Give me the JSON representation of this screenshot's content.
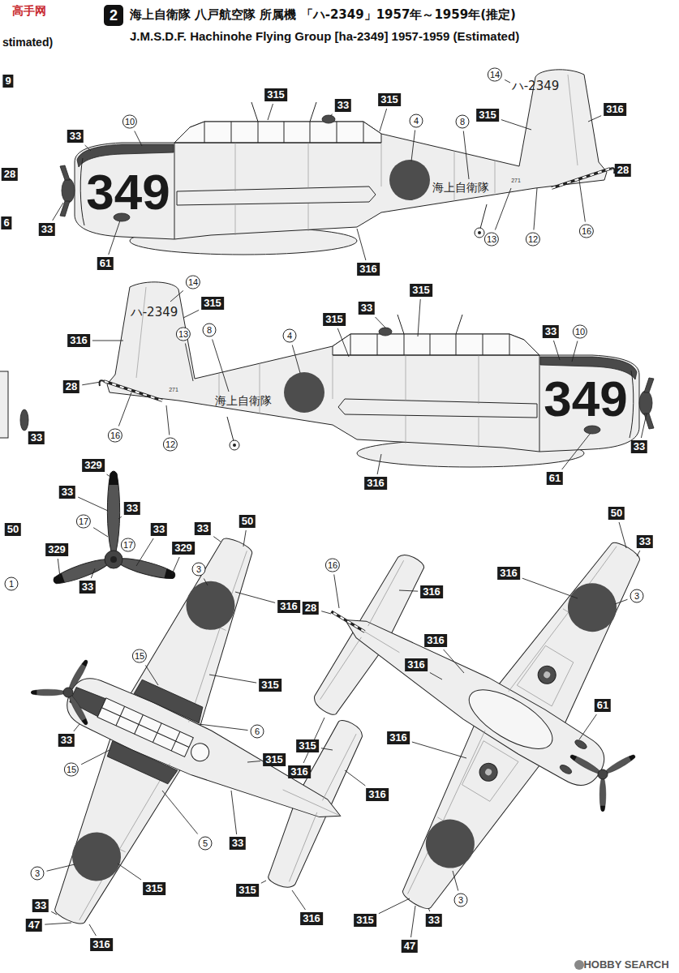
{
  "diagram": {
    "title": "海上自衛隊 八戸航空隊 所属機 「ハ-2349」1957年～1959年(推定)",
    "labels": [
      "高手网",
      "stimated)",
      "2",
      "J.M.S.D.F. Hachinohe Flying Group [ha-2349] 1957-1959 (Estimated)",
      "9",
      "315",
      "33",
      "315",
      "14",
      "ハ-2349",
      "315",
      "316",
      "10",
      "4",
      "8",
      "33",
      "28",
      "6",
      "349",
      "海上自衛隊",
      "271",
      "28",
      "33",
      "61",
      "13",
      "12",
      "16",
      "316",
      "315",
      "33",
      "14",
      "ハ-2349",
      "315",
      "316",
      "13",
      "8",
      "4",
      "315",
      "33",
      "10",
      "28",
      "海上自衛隊",
      "271",
      "349",
      "16",
      "12",
      "316",
      "61",
      "33",
      "33",
      "329",
      "33",
      "17",
      "33",
      "33",
      "329",
      "329",
      "17",
      "33",
      "50",
      "1",
      "50",
      "33",
      "3",
      "316",
      "15",
      "315",
      "6",
      "15",
      "33",
      "315",
      "315",
      "316",
      "5",
      "33",
      "3",
      "315",
      "315",
      "316",
      "33",
      "47",
      "316",
      "50",
      "33",
      "16",
      "316",
      "28",
      "316",
      "3",
      "316",
      "316",
      "61",
      "316",
      "316",
      "3",
      "315",
      "33",
      "47",
      "HOBBY SEARCH"
    ]
  }
}
